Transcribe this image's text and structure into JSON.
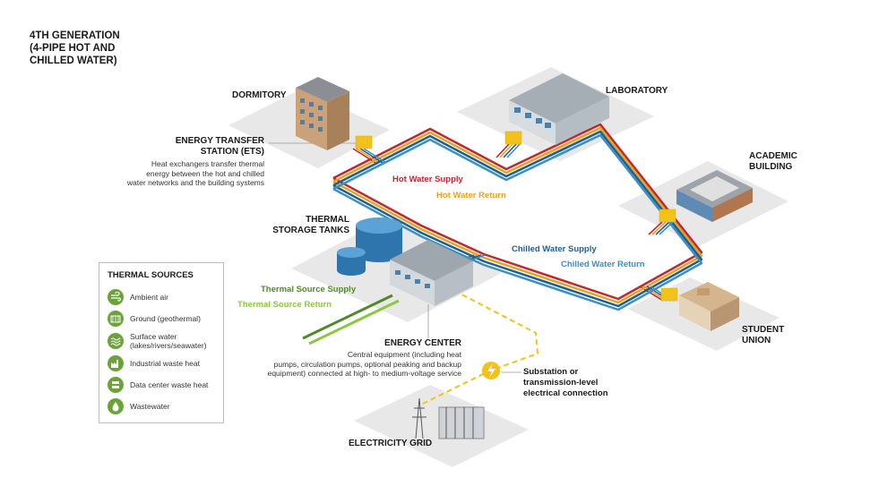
{
  "title": [
    "4TH GENERATION",
    "(4-PIPE HOT AND",
    "CHILLED WATER)"
  ],
  "buildings": {
    "dormitory": "DORMITORY",
    "laboratory": "LABORATORY",
    "academic": [
      "ACADEMIC",
      "BUILDING"
    ],
    "student_union": [
      "STUDENT",
      "UNION"
    ]
  },
  "ets": {
    "title": [
      "ENERGY TRANSFER",
      "STATION (ETS)"
    ],
    "description": [
      "Heat exchangers transfer thermal",
      "energy between the hot and chilled",
      "water networks and the building systems"
    ]
  },
  "storage": [
    "THERMAL",
    "STORAGE TANKS"
  ],
  "energy_center": {
    "title": "ENERGY CENTER",
    "description": [
      "Central equipment (including heat",
      "pumps, circulation pumps, optional peaking and backup",
      "equipment) connected at high- to medium-voltage service"
    ]
  },
  "substation": [
    "Substation or",
    "transmission-level",
    "electrical connection"
  ],
  "grid": "ELECTRICITY GRID",
  "pipes": {
    "hot_supply": "Hot Water Supply",
    "hot_return": "Hot Water Return",
    "chilled_supply": "Chilled Water Supply",
    "chilled_return": "Chilled Water Return",
    "source_supply": "Thermal Source Supply",
    "source_return": "Thermal Source Return"
  },
  "legend": {
    "title": "THERMAL SOURCES",
    "items": [
      {
        "label": [
          "Ambient air"
        ],
        "icon": "wind-icon"
      },
      {
        "label": [
          "Ground (geothermal)"
        ],
        "icon": "ground-icon"
      },
      {
        "label": [
          "Surface water",
          "(lakes/rivers/seawater)"
        ],
        "icon": "water-waves-icon"
      },
      {
        "label": [
          "Industrial waste heat"
        ],
        "icon": "factory-icon"
      },
      {
        "label": [
          "Data center waste heat"
        ],
        "icon": "server-icon"
      },
      {
        "label": [
          "Wastewater"
        ],
        "icon": "water-drop-icon"
      }
    ]
  },
  "colors": {
    "hot_supply": "#c0282d",
    "hot_return": "#e8a223",
    "chilled_supply": "#1f5f8b",
    "chilled_return": "#3a8fc7",
    "source_supply": "#4f8a2a",
    "source_return": "#8dc63f",
    "electric": "#f2c21a",
    "platform": "#e6e6e6"
  }
}
